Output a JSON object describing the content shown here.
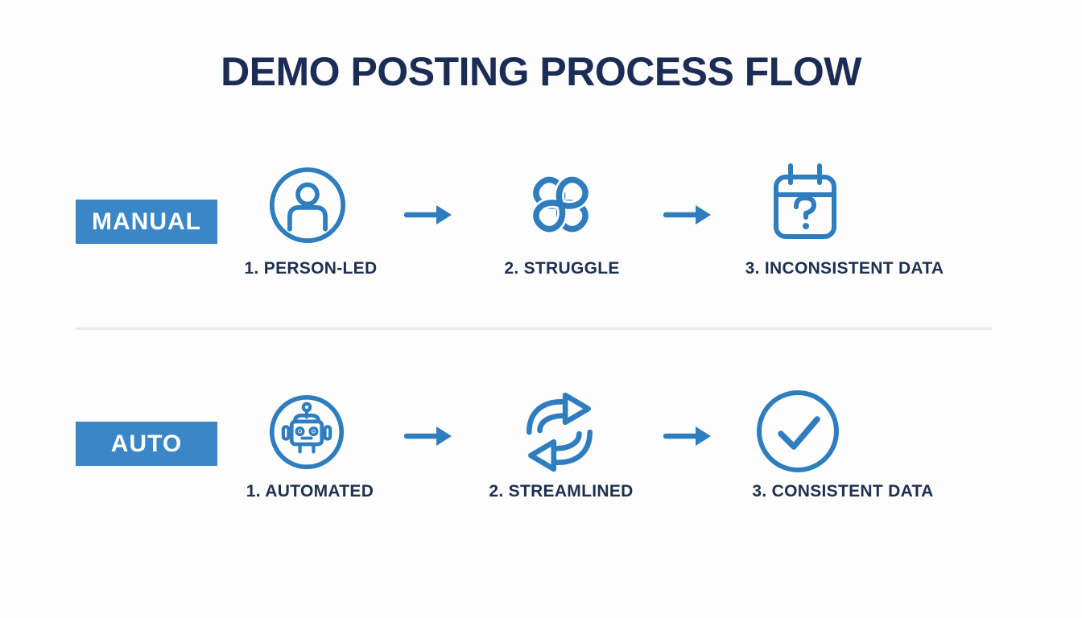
{
  "title": "DEMO POSTING PROCESS FLOW",
  "colors": {
    "icon_blue": "#2e7dbf",
    "badge_blue": "#3a86c6",
    "title_navy": "#1b2c55",
    "label_navy": "#1d3050",
    "divider_gray": "#e7e8ea"
  },
  "rows": [
    {
      "badge": "MANUAL",
      "steps": [
        {
          "label": "1. PERSON-LED",
          "icon": "person-icon"
        },
        {
          "label": "2. STRUGGLE",
          "icon": "tangled-knot-icon"
        },
        {
          "label": "3. INCONSISTENT DATA",
          "icon": "calendar-question-icon"
        }
      ]
    },
    {
      "badge": "AUTO",
      "steps": [
        {
          "label": "1. AUTOMATED",
          "icon": "robot-icon"
        },
        {
          "label": "2. STREAMLINED",
          "icon": "sync-arrows-icon"
        },
        {
          "label": "3. CONSISTENT DATA",
          "icon": "check-circle-icon"
        }
      ]
    }
  ],
  "connectors": {
    "glyph": "right-arrow-icon"
  }
}
